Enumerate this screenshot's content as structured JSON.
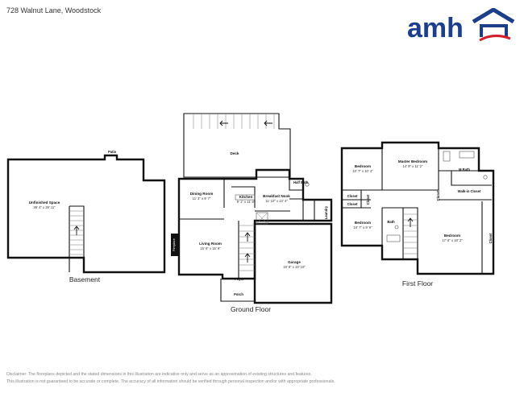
{
  "header": {
    "address": "728 Walnut Lane, Woodstock",
    "logo_text": "amh"
  },
  "colors": {
    "brand_blue": "#1d3f8a",
    "brand_red": "#d1202f",
    "wall": "#111111",
    "fireplace": "#111111"
  },
  "floors": {
    "basement": {
      "label": "Basement",
      "rooms": [
        {
          "name": "Unfinished Space",
          "dims": "39' 4\" x 28' 11\""
        },
        {
          "name": "Patio",
          "dims": ""
        }
      ]
    },
    "ground": {
      "label": "Ground Floor",
      "rooms": [
        {
          "name": "Deck",
          "dims": ""
        },
        {
          "name": "Dining Room",
          "dims": "11' 3\" x 9' 7\""
        },
        {
          "name": "Kitchen",
          "dims": "9' 1\" x 11' 8\""
        },
        {
          "name": "Breakfast Nook",
          "dims": "11' 10\" x 13' 4\""
        },
        {
          "name": "Half Bath",
          "dims": ""
        },
        {
          "name": "Laundry",
          "dims": ""
        },
        {
          "name": "Living Room",
          "dims": "15' 9\" x 15' 9\""
        },
        {
          "name": "Fireplace",
          "dims": ""
        },
        {
          "name": "Garage",
          "dims": "19' 8\" x 19' 10\""
        },
        {
          "name": "Foyer",
          "dims": ""
        },
        {
          "name": "Porch",
          "dims": ""
        }
      ]
    },
    "first": {
      "label": "First Floor",
      "rooms": [
        {
          "name": "Bedroom",
          "dims": "10' 7\" x 10' 4\""
        },
        {
          "name": "Master Bedroom",
          "dims": "14' 9\" x 11' 2\""
        },
        {
          "name": "M Bath",
          "dims": ""
        },
        {
          "name": "Walk-in Closet",
          "dims": ""
        },
        {
          "name": "Closet",
          "dims": ""
        },
        {
          "name": "Closet",
          "dims": ""
        },
        {
          "name": "Closet",
          "dims": ""
        },
        {
          "name": "Closet",
          "dims": ""
        },
        {
          "name": "Bedroom",
          "dims": "10' 7\" x 9' 9\""
        },
        {
          "name": "Bath",
          "dims": ""
        },
        {
          "name": "Bedroom",
          "dims": "17' 6\" x 18' 2\""
        },
        {
          "name": "Closet",
          "dims": ""
        }
      ]
    }
  },
  "disclaimer": {
    "line1": "Disclaimer: The floorplans depicted and the stated dimensions in this illustration are indicative only and serve as an approximation of existing structures and features.",
    "line2": "This illustration is not guaranteed to be accurate or complete. The accuracy of all information should be verified through personal inspection and/or with appropriate professionals."
  }
}
